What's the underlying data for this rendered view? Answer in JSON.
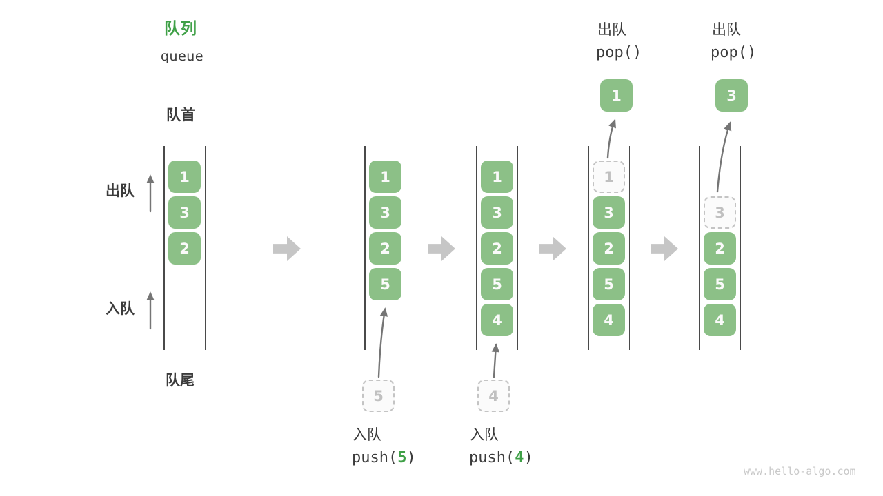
{
  "title": {
    "zh": "队列",
    "en": "queue"
  },
  "labels": {
    "front": "队首",
    "rear": "队尾",
    "dequeue_side": "出队",
    "enqueue_side": "入队"
  },
  "queues": [
    {
      "slots": [
        {
          "value": "1"
        },
        {
          "value": "3"
        },
        {
          "value": "2"
        }
      ]
    },
    {
      "slots": [
        {
          "value": "1"
        },
        {
          "value": "3"
        },
        {
          "value": "2"
        },
        {
          "value": "5"
        }
      ]
    },
    {
      "slots": [
        {
          "value": "1"
        },
        {
          "value": "3"
        },
        {
          "value": "2"
        },
        {
          "value": "5"
        },
        {
          "value": "4"
        }
      ]
    },
    {
      "slots": [
        {
          "value": "1",
          "style": "dashed"
        },
        {
          "value": "3"
        },
        {
          "value": "2"
        },
        {
          "value": "5"
        },
        {
          "value": "4"
        }
      ]
    },
    {
      "slots": [
        {
          "value": "3",
          "style": "dashed"
        },
        {
          "value": "2"
        },
        {
          "value": "5"
        },
        {
          "value": "4"
        }
      ]
    }
  ],
  "push_operations": [
    {
      "label": "入队",
      "code_prefix": "push(",
      "arg": "5",
      "code_suffix": ")",
      "pending_value": "5"
    },
    {
      "label": "入队",
      "code_prefix": "push(",
      "arg": "4",
      "code_suffix": ")",
      "pending_value": "4"
    }
  ],
  "pop_operations": [
    {
      "label": "出队",
      "code": "pop()",
      "popped_value": "1"
    },
    {
      "label": "出队",
      "code": "pop()",
      "popped_value": "3"
    }
  ],
  "watermark": "www.hello-algo.com",
  "colors": {
    "accent_green": "#3FA047",
    "element_green": "#8CC087",
    "element_text": "#FAFAFA",
    "dark_text": "#3B3B3B",
    "dashed_border": "#C4C4C4",
    "dashed_text": "#C0C0C0",
    "thin_arrow": "#757575",
    "block_arrow": "#C6C6C6",
    "watermark_gray": "#C9C9C9"
  }
}
